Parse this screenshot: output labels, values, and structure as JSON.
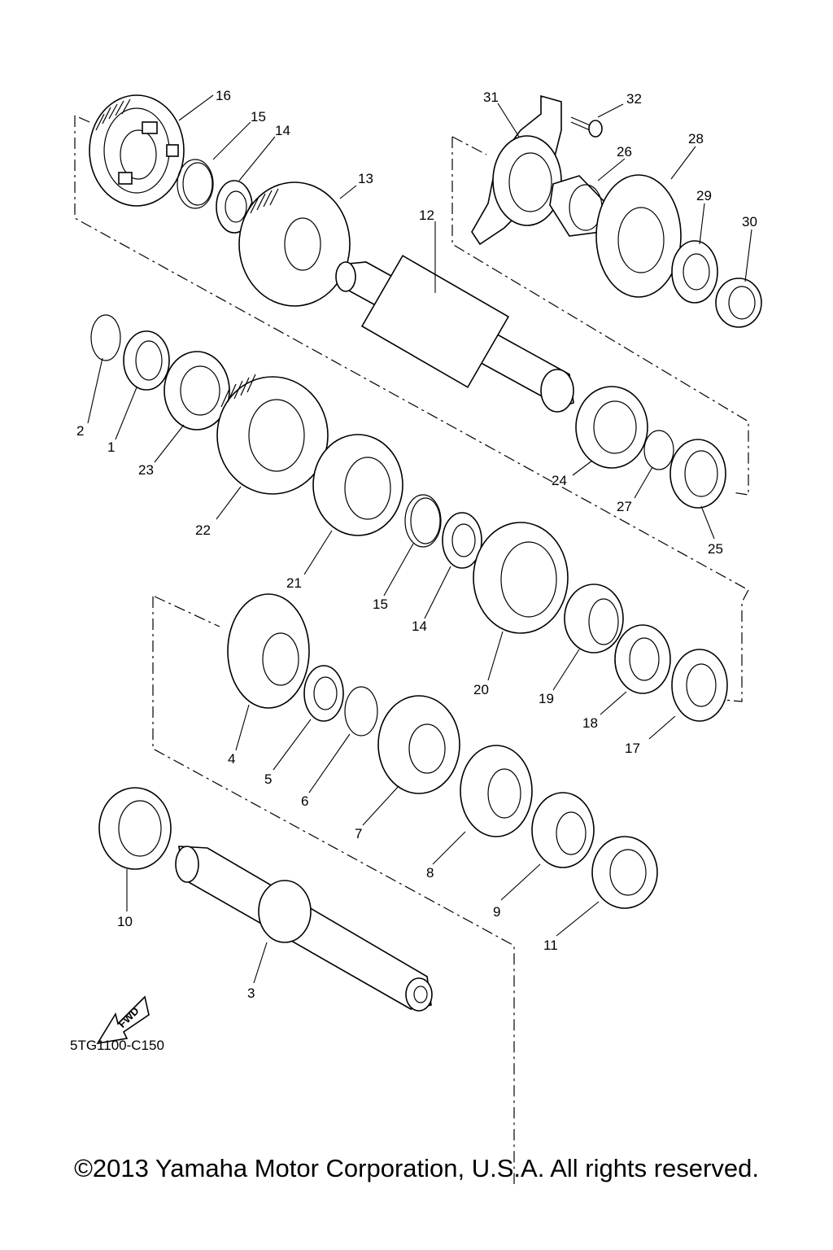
{
  "diagram": {
    "part_code": "5TG1100-C150",
    "fwd_label": "FWD",
    "callouts": [
      "1",
      "2",
      "3",
      "4",
      "5",
      "6",
      "7",
      "8",
      "9",
      "10",
      "11",
      "12",
      "13",
      "14",
      "15",
      "16",
      "17",
      "18",
      "19",
      "20",
      "21",
      "22",
      "23",
      "24",
      "25",
      "26",
      "27",
      "28",
      "29",
      "30",
      "31",
      "32"
    ],
    "callouts_repeat": {
      "14b": "14",
      "15b": "15"
    }
  },
  "footer": {
    "copyright": "©2013 Yamaha Motor Corporation, U.S.A. All rights reserved."
  }
}
